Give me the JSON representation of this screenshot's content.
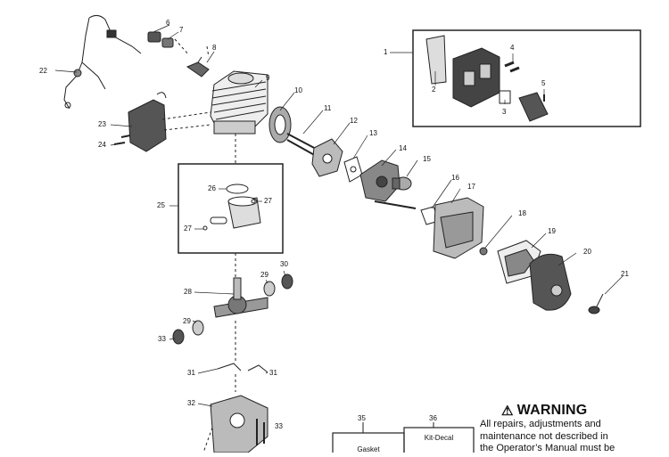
{
  "callouts": [
    {
      "id": "1",
      "label": "1"
    },
    {
      "id": "2",
      "label": "2"
    },
    {
      "id": "3",
      "label": "3"
    },
    {
      "id": "4",
      "label": "4"
    },
    {
      "id": "5",
      "label": "5"
    },
    {
      "id": "6",
      "label": "6"
    },
    {
      "id": "7",
      "label": "7"
    },
    {
      "id": "8",
      "label": "8"
    },
    {
      "id": "9",
      "label": "9"
    },
    {
      "id": "10",
      "label": "10"
    },
    {
      "id": "11",
      "label": "11"
    },
    {
      "id": "12",
      "label": "12"
    },
    {
      "id": "13",
      "label": "13"
    },
    {
      "id": "14",
      "label": "14"
    },
    {
      "id": "15",
      "label": "15"
    },
    {
      "id": "16",
      "label": "16"
    },
    {
      "id": "17",
      "label": "17"
    },
    {
      "id": "18",
      "label": "18"
    },
    {
      "id": "19",
      "label": "19"
    },
    {
      "id": "20",
      "label": "20"
    },
    {
      "id": "21",
      "label": "21"
    },
    {
      "id": "22",
      "label": "22"
    },
    {
      "id": "23",
      "label": "23"
    },
    {
      "id": "24",
      "label": "24"
    },
    {
      "id": "25",
      "label": "25"
    },
    {
      "id": "26",
      "label": "26"
    },
    {
      "id": "27a",
      "label": "27"
    },
    {
      "id": "27b",
      "label": "27"
    },
    {
      "id": "28",
      "label": "28"
    },
    {
      "id": "29a",
      "label": "29"
    },
    {
      "id": "29b",
      "label": "29"
    },
    {
      "id": "30",
      "label": "30"
    },
    {
      "id": "31a",
      "label": "31"
    },
    {
      "id": "31b",
      "label": "31"
    },
    {
      "id": "32",
      "label": "32"
    },
    {
      "id": "33a",
      "label": "33"
    },
    {
      "id": "33b",
      "label": "33"
    },
    {
      "id": "35",
      "label": "35"
    },
    {
      "id": "36",
      "label": "36"
    }
  ],
  "kits": {
    "gasket": "Gasket",
    "decal": "Kit-Decal"
  },
  "warning": {
    "icon": "warning-triangle-icon",
    "title": "WARNING",
    "lines": [
      "All repairs, adjustments and",
      "maintenance not described in",
      "the Operator’s Manual must be"
    ]
  }
}
